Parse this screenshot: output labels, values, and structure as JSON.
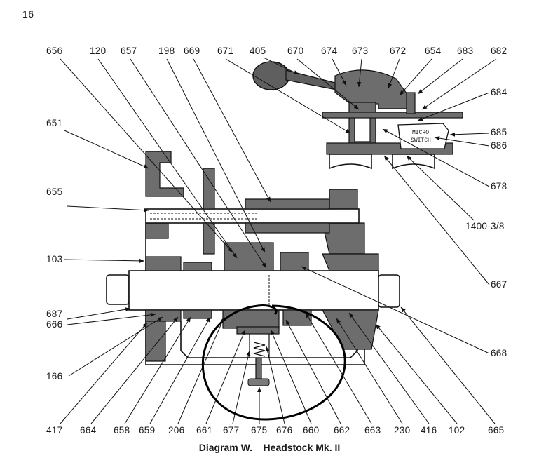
{
  "page_number": "16",
  "caption": {
    "prefix": "Diagram W.",
    "title": "Headstock Mk. II"
  },
  "switch_label": [
    "MICRO",
    "SWITCH"
  ],
  "labels": [
    {
      "id": "656",
      "text": "656"
    },
    {
      "id": "120",
      "text": "120"
    },
    {
      "id": "657",
      "text": "657"
    },
    {
      "id": "198",
      "text": "198"
    },
    {
      "id": "669",
      "text": "669"
    },
    {
      "id": "671",
      "text": "671"
    },
    {
      "id": "405",
      "text": "405"
    },
    {
      "id": "670",
      "text": "670"
    },
    {
      "id": "674",
      "text": "674"
    },
    {
      "id": "673",
      "text": "673"
    },
    {
      "id": "672",
      "text": "672"
    },
    {
      "id": "654",
      "text": "654"
    },
    {
      "id": "683",
      "text": "683"
    },
    {
      "id": "682",
      "text": "682"
    },
    {
      "id": "684",
      "text": "684"
    },
    {
      "id": "685",
      "text": "685"
    },
    {
      "id": "686",
      "text": "686"
    },
    {
      "id": "678",
      "text": "678"
    },
    {
      "id": "1400",
      "text": "1400-3/8"
    },
    {
      "id": "667",
      "text": "667"
    },
    {
      "id": "668",
      "text": "668"
    },
    {
      "id": "651",
      "text": "651"
    },
    {
      "id": "655",
      "text": "655"
    },
    {
      "id": "103",
      "text": "103"
    },
    {
      "id": "687",
      "text": "687"
    },
    {
      "id": "666",
      "text": "666"
    },
    {
      "id": "166",
      "text": "166"
    },
    {
      "id": "417",
      "text": "417"
    },
    {
      "id": "664",
      "text": "664"
    },
    {
      "id": "658",
      "text": "658"
    },
    {
      "id": "659",
      "text": "659"
    },
    {
      "id": "206",
      "text": "206"
    },
    {
      "id": "661",
      "text": "661"
    },
    {
      "id": "677",
      "text": "677"
    },
    {
      "id": "675",
      "text": "675"
    },
    {
      "id": "676",
      "text": "676"
    },
    {
      "id": "660",
      "text": "660"
    },
    {
      "id": "662",
      "text": "662"
    },
    {
      "id": "663",
      "text": "663"
    },
    {
      "id": "230",
      "text": "230"
    },
    {
      "id": "416",
      "text": "416"
    },
    {
      "id": "102",
      "text": "102"
    },
    {
      "id": "665",
      "text": "665"
    }
  ]
}
